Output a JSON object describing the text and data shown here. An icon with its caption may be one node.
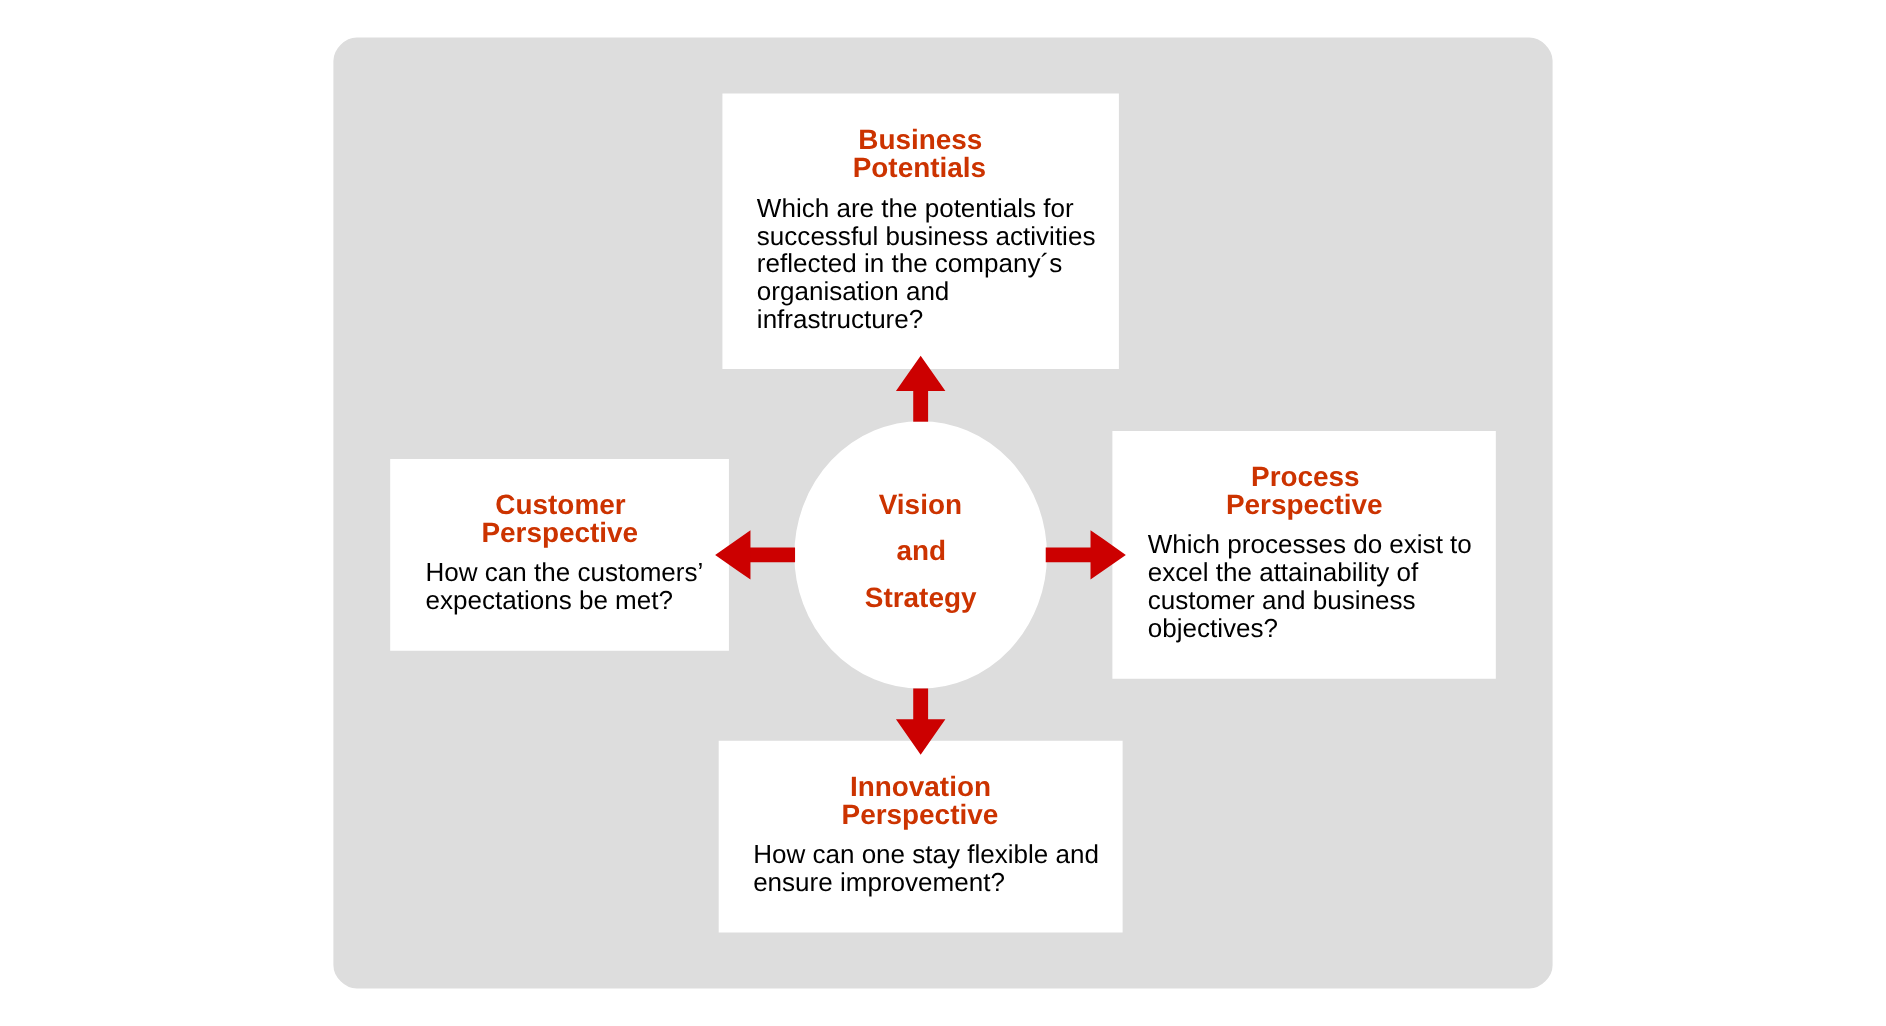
{
  "diagram": {
    "nodes": [
      {
        "text": [],
        "shape": "ellipse"
      },
      {
        "text": [
          "Business Potentials",
          "Which are the potentials for successful business activities reflected in the company´s organisation and infrastructure?"
        ],
        "in": 0
      },
      {
        "text": [
          "Customer Perspective",
          "How can the customers’ expectations be met?"
        ],
        "in": 0
      },
      {
        "text": [
          "Vision and Strategy"
        ],
        "in": 0
      },
      {
        "text": [
          "Process Perspective",
          "Which processes do exist to excel the attainability of customer and business objectives?"
        ],
        "in": 0
      },
      {
        "text": [
          "Innovation Perspective",
          "How can one stay flexible and ensure improvement?"
        ],
        "in": 0
      }
    ],
    "edges": [
      {
        "from": 3,
        "to": 1,
        "arrow": "to"
      },
      {
        "from": 3,
        "to": 2,
        "arrow": "to"
      },
      {
        "from": 3,
        "to": 4,
        "arrow": "to"
      },
      {
        "from": 3,
        "to": 5,
        "arrow": "to"
      }
    ]
  }
}
